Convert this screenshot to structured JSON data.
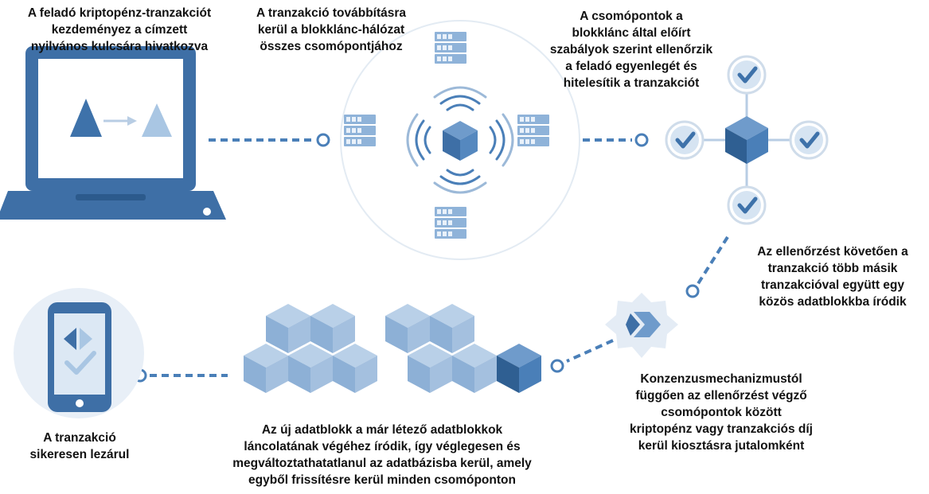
{
  "steps": {
    "step1": [
      "A feladó kriptopénz-tranzakciót",
      "kezdeményez a címzett",
      "nyilvános kulcsára hivatkozva"
    ],
    "step2": [
      "A tranzakció továbbításra",
      "kerül a blokklánc-hálózat",
      "összes csomópontjához"
    ],
    "step3": [
      "A csomópontok a",
      "blokklánc által előírt",
      "szabályok szerint ellenőrzik",
      "a feladó egyenlegét és",
      "hitelesítik a tranzakciót"
    ],
    "step4": [
      "Az ellenőrzést követően a",
      "tranzakció több másik",
      "tranzakcióval együtt egy",
      "közös adatblokkba íródik"
    ],
    "step5": [
      "Konzenzusmechanizmustól",
      "függően az ellenőrzést végző",
      "csomópontok között",
      "kriptopénz vagy tranzakciós díj",
      "kerül kiosztásra jutalomként"
    ],
    "step6": [
      "Az új adatblokk a már létező adatblokkok",
      "láncolatának végéhez íródik, így véglegesen és",
      "megváltoztathatatlanul az adatbázisba kerül, amely",
      "egyből frissítésre kerül minden csomóponton"
    ],
    "step7": [
      "A tranzakció",
      "sikeresen lezárul"
    ]
  },
  "icons": [
    "laptop-icon",
    "server-icon",
    "cube-icon",
    "wifi-icon",
    "check-icon",
    "consensus-badge-icon",
    "blockchain-cubes-icon",
    "smartphone-icon"
  ],
  "colors": {
    "primary": "#4a7fb8",
    "dark": "#2f5f92",
    "light": "#a9c6e3",
    "pale": "#dce8f4",
    "connector": "#4a7fb8"
  }
}
